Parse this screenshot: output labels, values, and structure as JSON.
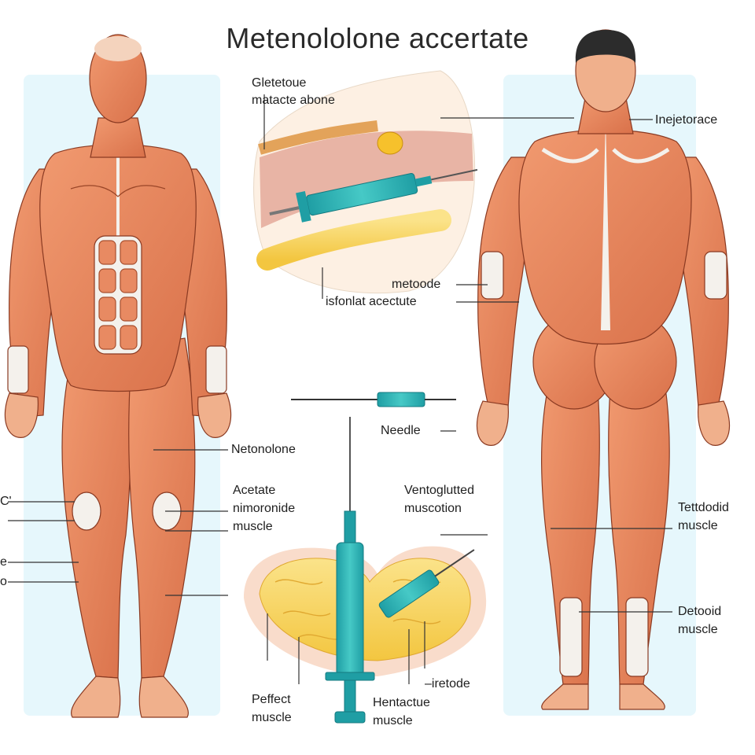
{
  "title": "Metenololone accertate",
  "labels": {
    "inset_top_1": "Gletetoue",
    "inset_top_2": "matacte abone",
    "back_neck": "Inejetorace",
    "inset_bot_1": "metoode",
    "inset_bot_2": "isfonlat acectute",
    "needle": "Needle",
    "front_thigh": "Netonolone",
    "front_left_1": "Acetate",
    "front_left_2": "nimoronide",
    "front_left_3": "muscle",
    "mid_right_1": "Ventoglutted",
    "mid_right_2": "muscotion",
    "back_calf_1": "Tettdodid",
    "back_calf_2": "muscle",
    "back_ankle_1": "Detooid",
    "back_ankle_2": "muscle",
    "bottom_left_1": "Peffect",
    "bottom_left_2": "muscle",
    "bottom_mid_1": "Hentactue",
    "bottom_mid_2": "muscle",
    "bottom_right": "–iretode",
    "edge_1": "C'",
    "edge_2": "e",
    "edge_3": "o"
  },
  "colors": {
    "muscle": "#e88a62",
    "muscle_dark": "#c8603e",
    "tendon": "#f4f1ec",
    "panel_bg": "#e6f7fc",
    "syringe": "#2bb3b5",
    "fat": "#f6d462"
  }
}
